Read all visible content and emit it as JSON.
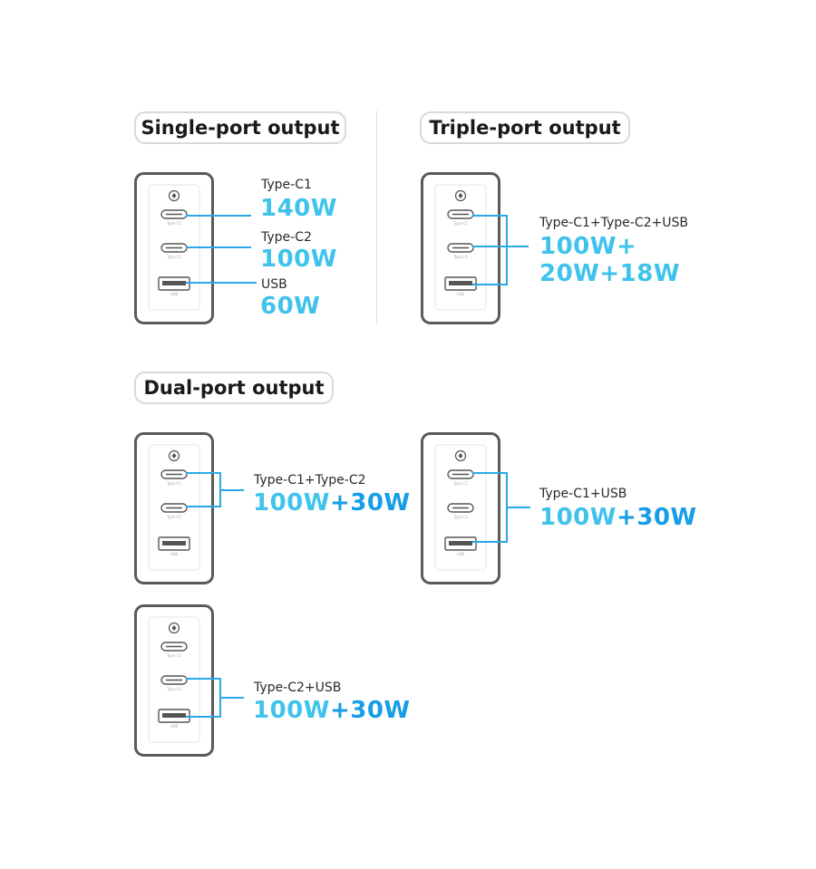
{
  "sections": {
    "single": {
      "title": "Single-port output",
      "ports": [
        {
          "label": "Type-C1",
          "watt": "140W"
        },
        {
          "label": "Type-C2",
          "watt": "100W"
        },
        {
          "label": "USB",
          "watt": "60W"
        }
      ]
    },
    "triple": {
      "title": "Triple-port output",
      "label": "Type-C1+Type-C2+USB",
      "watt_line1": "100W+",
      "watt_line2": "20W+18W"
    },
    "dual": {
      "title": "Dual-port output",
      "combos": [
        {
          "label": "Type-C1+Type-C2",
          "watt_a": "100W",
          "watt_b": "+30W"
        },
        {
          "label": "Type-C1+USB",
          "watt_a": "100W",
          "watt_b": "+30W"
        },
        {
          "label": "Type-C2+USB",
          "watt_a": "100W",
          "watt_b": "+30W"
        }
      ]
    }
  },
  "port_print": {
    "c1": "Type-C1",
    "c2": "Type-C2",
    "usb": "USB"
  },
  "colors": {
    "accent_light": "#3fc3ec",
    "accent_dark": "#169ee6",
    "line": "#29a9e8",
    "outline": "#5a5a5a"
  }
}
